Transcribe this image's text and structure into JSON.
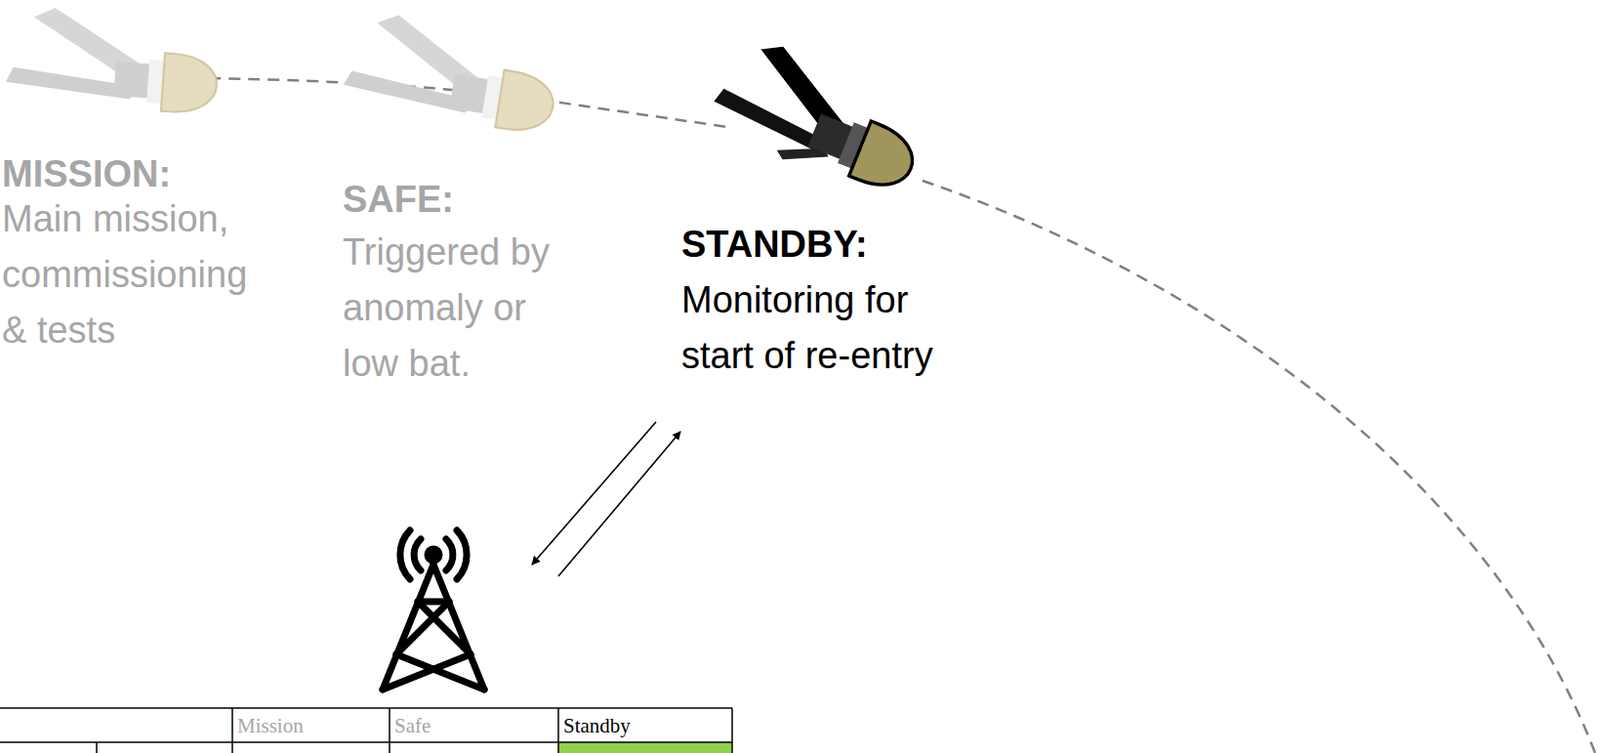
{
  "diagram": {
    "labels": [
      "MISSION:",
      "Main mission, commissioning & tests",
      "SAFE:",
      "Triggered by anomaly or low bat.",
      "STANDBY:",
      "Monitoring for start of re-entry",
      "Mission",
      "Safe",
      "Standby"
    ]
  }
}
